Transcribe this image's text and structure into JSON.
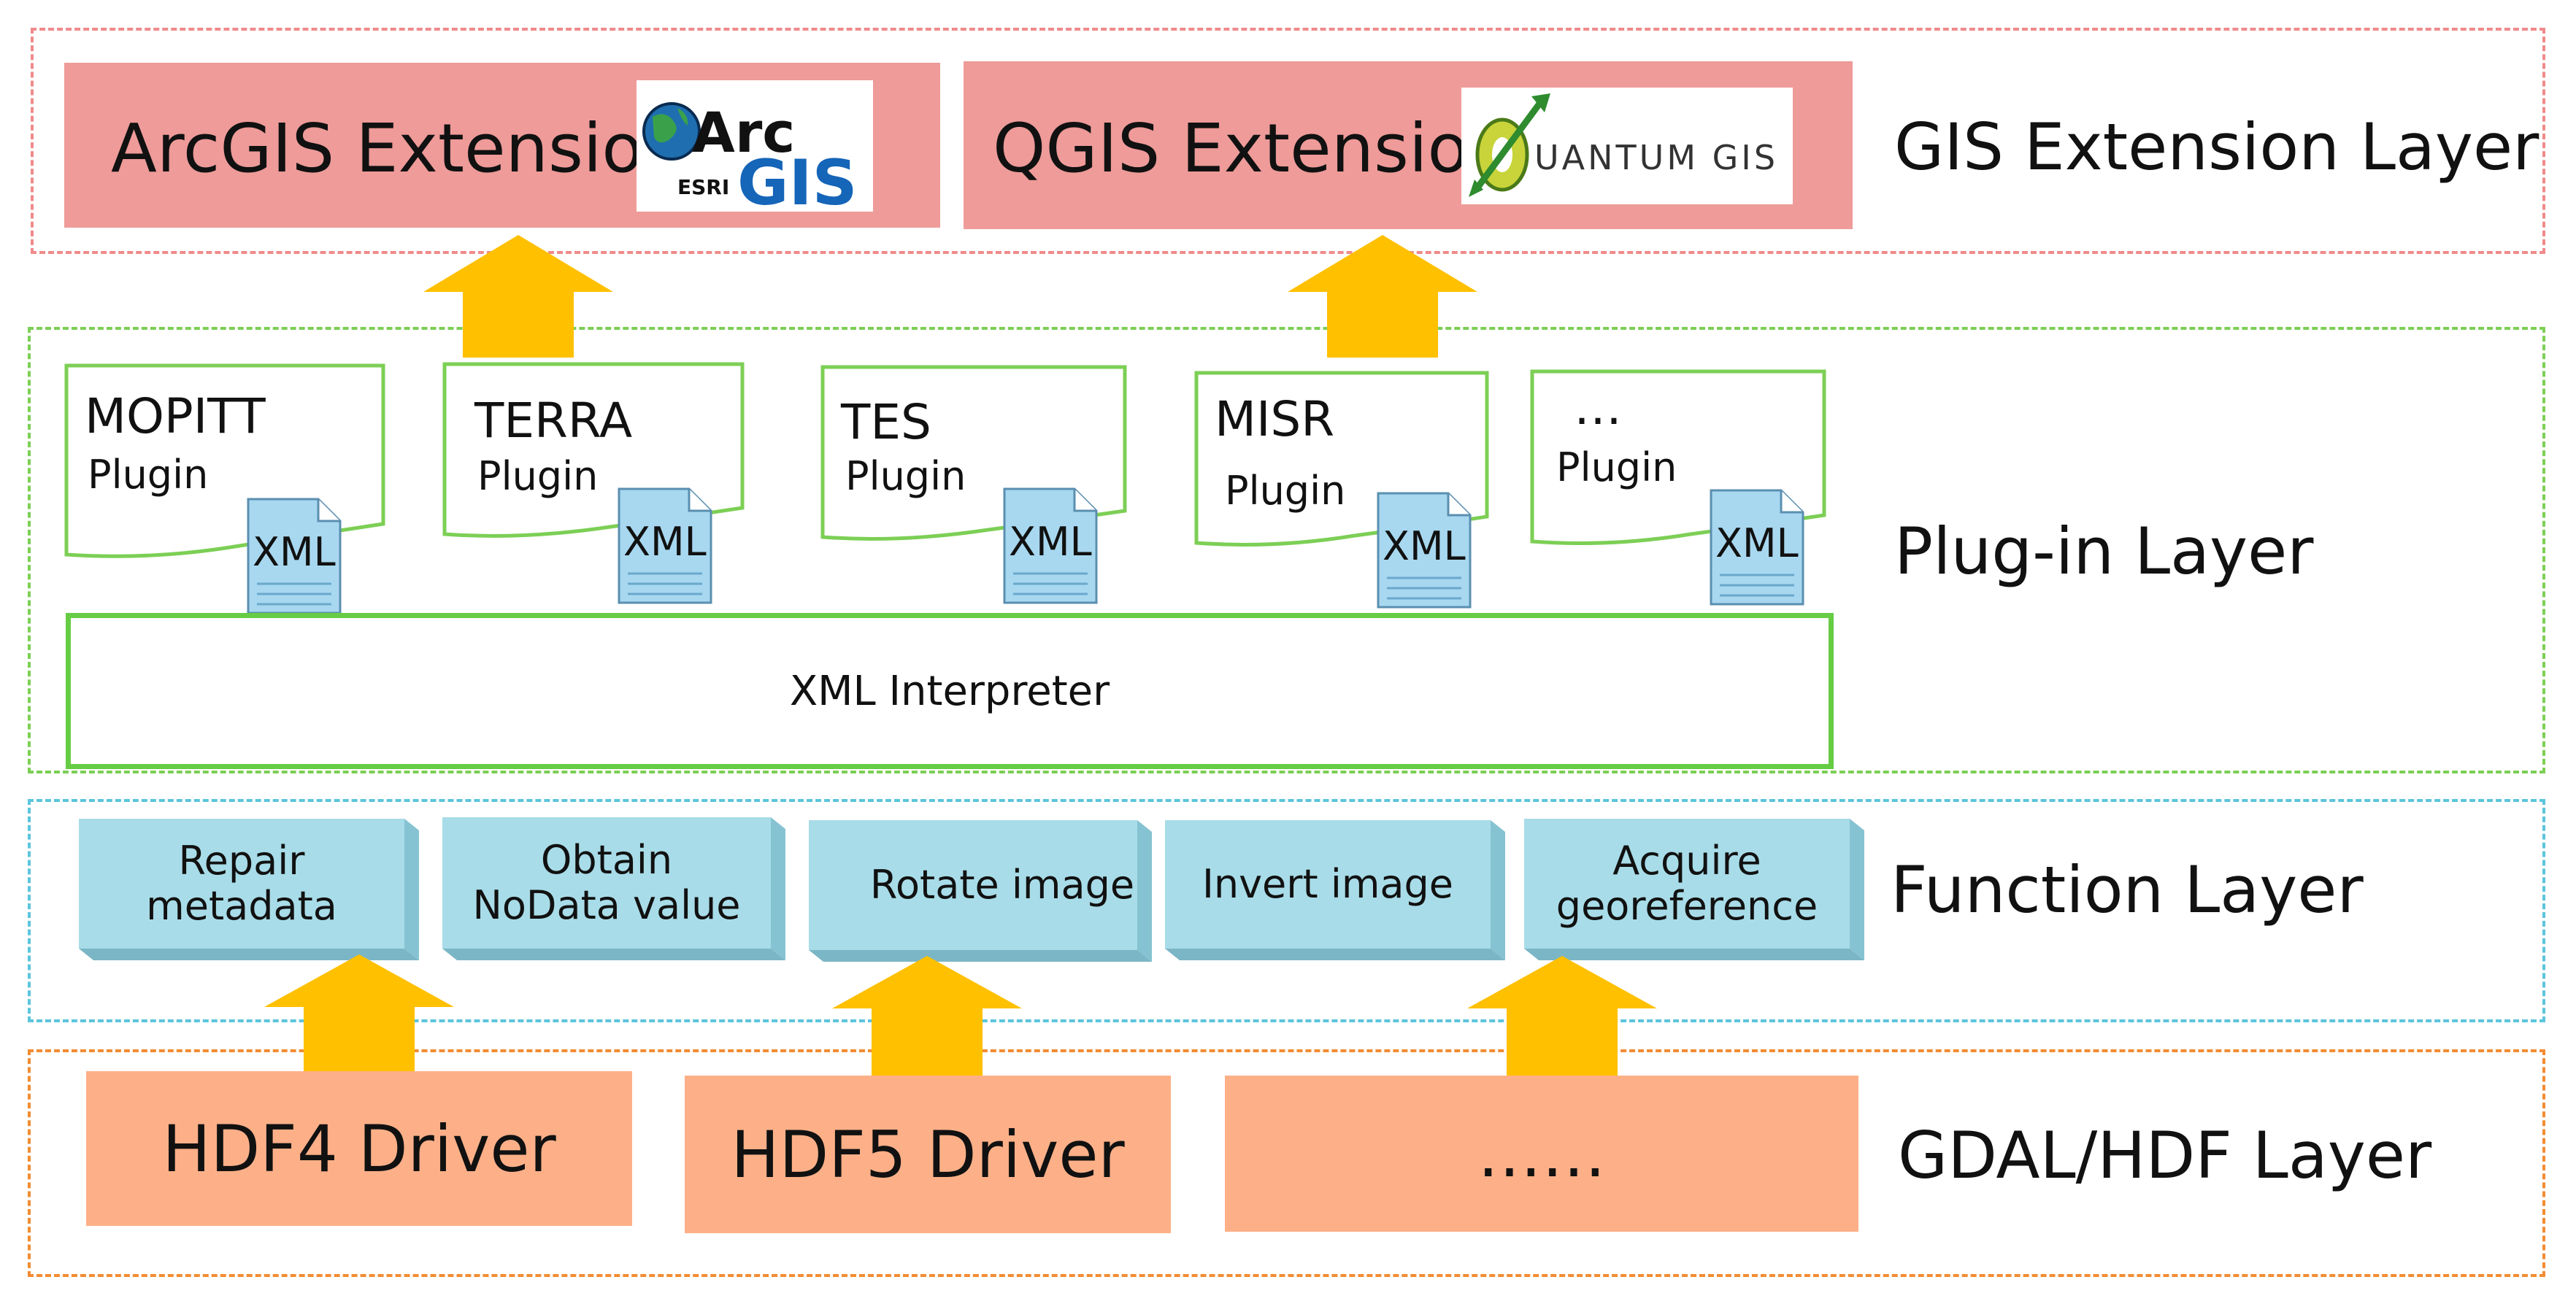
{
  "colors": {
    "gis_border": "#f08a8a",
    "gis_box": "#ee9b99",
    "plugin_border": "#7ccf55",
    "function_border": "#5bc5dc",
    "function_box": "#a8dce8",
    "gdal_border": "#f28c32",
    "driver_box": "#fdb088",
    "arrow": "#ffc000",
    "xml_icon": "#a8d8f0"
  },
  "layers": {
    "gis": "GIS Extension Layer",
    "plugin": "Plug-in Layer",
    "function": "Function Layer",
    "gdal": "GDAL/HDF Layer"
  },
  "gis_extensions": [
    {
      "label": "ArcGIS Extension",
      "logo": "arcgis-logo",
      "logo_text": [
        "Arc",
        "ESRI",
        "GIS"
      ]
    },
    {
      "label": "QGIS Extension",
      "logo": "quantum-gis-logo",
      "logo_text": [
        "Q",
        "UANTUM GIS"
      ]
    }
  ],
  "plugins": [
    {
      "name": "MOPITT",
      "sub": "Plugin",
      "xml": "XML"
    },
    {
      "name": "TERRA",
      "sub": "Plugin",
      "xml": "XML"
    },
    {
      "name": "TES",
      "sub": "Plugin",
      "xml": "XML"
    },
    {
      "name": "MISR",
      "sub": "Plugin",
      "xml": "XML"
    },
    {
      "name": "…",
      "sub": "Plugin",
      "xml": "XML"
    }
  ],
  "interpreter": "XML Interpreter",
  "functions": [
    "Repair metadata",
    "Obtain\nNoData value",
    "Rotate image",
    "Invert image",
    "Acquire\ngeoreference"
  ],
  "drivers": [
    "HDF4 Driver",
    "HDF5 Driver",
    "……"
  ]
}
